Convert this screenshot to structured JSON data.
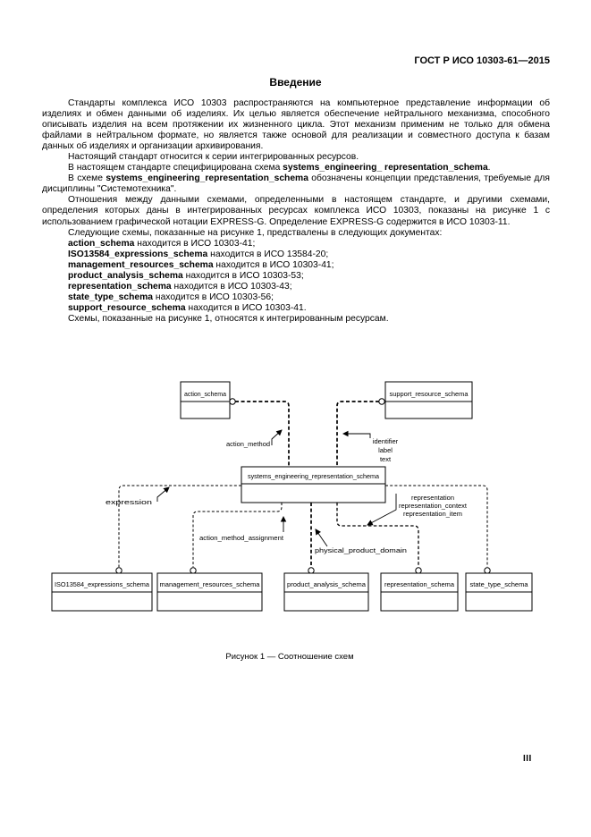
{
  "colors": {
    "paper": "#ffffff",
    "ink": "#000000"
  },
  "document": {
    "header": "ГОСТ Р ИСО 10303-61—2015",
    "title": "Введение",
    "figure_caption": "Рисунок 1 — Соотношение схем",
    "page_number": "III",
    "paragraphs": [
      [
        {
          "t": "Стандарты комплекса ИСО 10303 распространяются на компьютерное представление информации об изделиях и обмен данными об изделиях. Их целью является обеспечение нейтрального механизма, способного описывать изделия на всем протяжении их жизненного цикла. Этот механизм применим не только для обмена файлами в нейтральном формате, но является также основой для реализации и совместного доступа к базам данных об изделиях и организации архивирования.",
          "b": false
        }
      ],
      [
        {
          "t": "Настоящий стандарт относится к серии интегрированных ресурсов.",
          "b": false
        }
      ],
      [
        {
          "t": "В настоящем стандарте специфицирована схема ",
          "b": false
        },
        {
          "t": "systems_engineering_ representation_schema",
          "b": true
        },
        {
          "t": ".",
          "b": false
        }
      ],
      [
        {
          "t": "В схеме ",
          "b": false
        },
        {
          "t": "systems_engineering_representation_schema",
          "b": true
        },
        {
          "t": " обозначены концепции представления, требуемые для дисциплины \"Системотехника\".",
          "b": false
        }
      ],
      [
        {
          "t": "Отношения между данными схемами, определенными в настоящем стандарте, и другими схемами, определения которых даны в интегрированных ресурсах комплекса ИСО 10303, показаны на рисунке 1 с использованием графической нотации EXPRESS-G. Определение EXPRESS-G содержится в ИСО 10303-11.",
          "b": false
        }
      ],
      [
        {
          "t": "Следующие схемы, показанные на рисунке 1, предствалены в следующих документах:",
          "b": false
        }
      ],
      [
        {
          "t": "action_schema",
          "b": true
        },
        {
          "t": " находится в ИСО 10303-41;",
          "b": false
        }
      ],
      [
        {
          "t": "ISO13584_expressions_schema",
          "b": true
        },
        {
          "t": " находится в ИСО 13584-20;",
          "b": false
        }
      ],
      [
        {
          "t": "management_resources_schema",
          "b": true
        },
        {
          "t": " находится в ИСО 10303-41;",
          "b": false
        }
      ],
      [
        {
          "t": "product_analysis_schema",
          "b": true
        },
        {
          "t": " находится в ИСО 10303-53;",
          "b": false
        }
      ],
      [
        {
          "t": "representation_schema",
          "b": true
        },
        {
          "t": " находится в ИСО 10303-43;",
          "b": false
        }
      ],
      [
        {
          "t": "state_type_schema",
          "b": true
        },
        {
          "t": " находится в ИСО 10303-56;",
          "b": false
        }
      ],
      [
        {
          "t": "support_resource_schema",
          "b": true
        },
        {
          "t": " находится в ИСО 10303-41.",
          "b": false
        }
      ],
      [
        {
          "t": "Схемы, показанные на рисунке 1, относятся к интегрированным ресурсам.",
          "b": false
        }
      ]
    ]
  },
  "diagram": {
    "box_action": "action_schema",
    "box_support": "support_resource_schema",
    "box_central": "systems_engineering_representation_schema",
    "box_iso": "ISO13584_expressions_schema",
    "box_management": "management_resources_schema",
    "box_product": "product_analysis_schema",
    "box_representation": "representation_schema",
    "box_state": "state_type_schema",
    "lbl_action_method": "action_method",
    "lbl_identifier_1": "identifier",
    "lbl_identifier_2": "label",
    "lbl_identifier_3": "text",
    "lbl_expression": "expression",
    "lbl_action_method_assignment": "action_method_assignment",
    "lbl_physical_product_domain": "physical_product_domain",
    "lbl_representation_1": "representation",
    "lbl_representation_2": "representation_context",
    "lbl_representation_3": "representation_item"
  }
}
